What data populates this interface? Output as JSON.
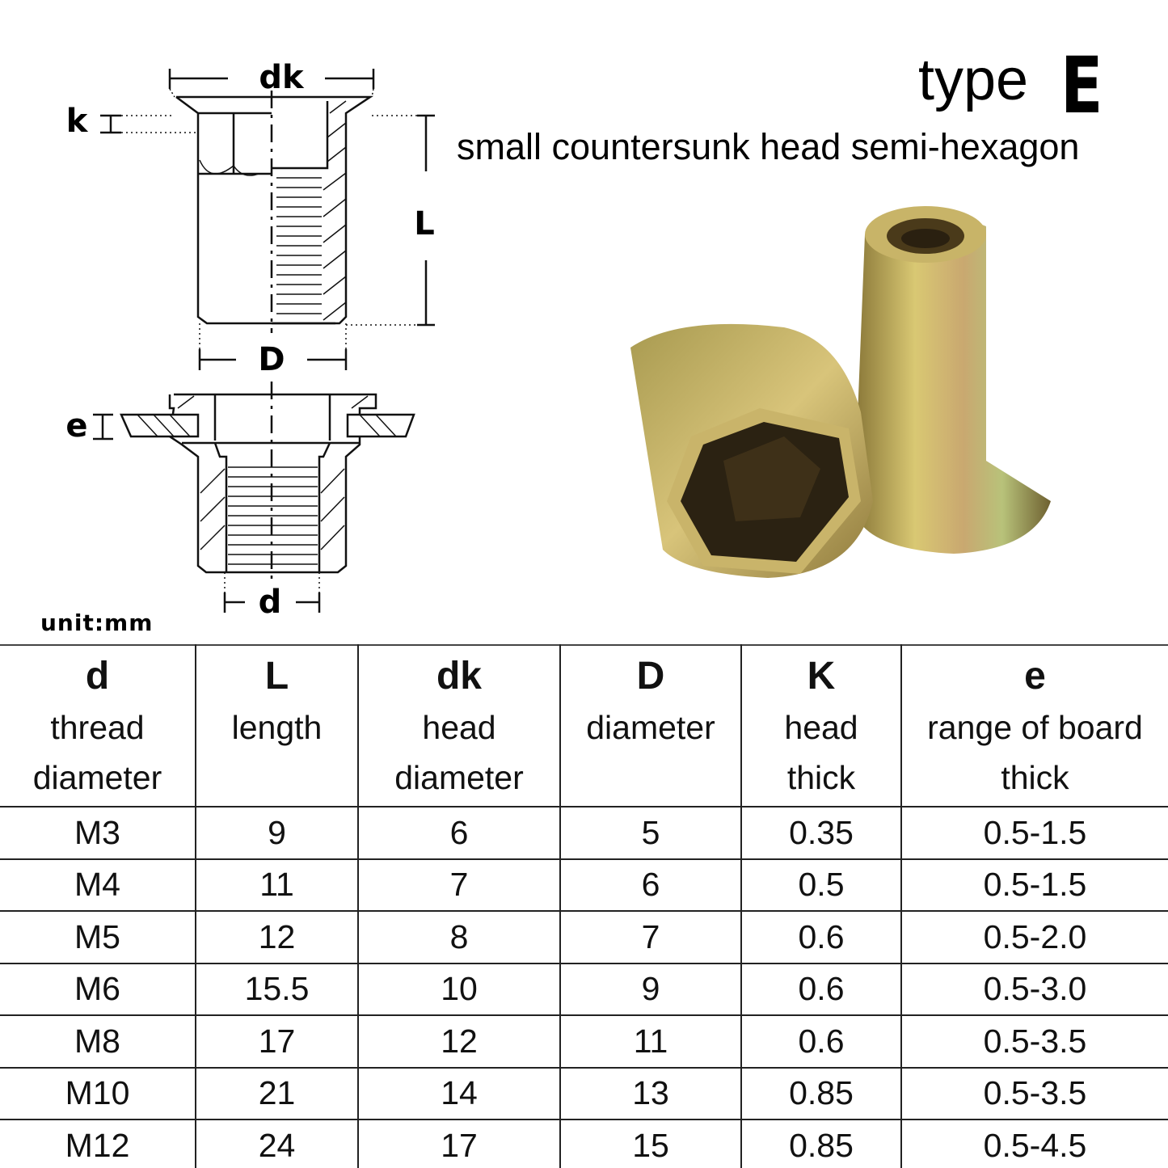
{
  "title": {
    "type_word": "type",
    "type_letter": "E",
    "subtitle": "small countersunk head semi-hexagon"
  },
  "diagram": {
    "labels": {
      "dk": "dk",
      "k": "k",
      "L": "L",
      "D": "D",
      "e": "e",
      "d": "d"
    },
    "unit": "unit:mm"
  },
  "table": {
    "headers": [
      {
        "symbol": "d",
        "desc1": "thread",
        "desc2": "diameter"
      },
      {
        "symbol": "L",
        "desc1": "length",
        "desc2": ""
      },
      {
        "symbol": "dk",
        "desc1": "head",
        "desc2": "diameter"
      },
      {
        "symbol": "D",
        "desc1": "diameter",
        "desc2": ""
      },
      {
        "symbol": "K",
        "desc1": "head",
        "desc2": "thick"
      },
      {
        "symbol": "e",
        "desc1": "range of board",
        "desc2": "thick"
      }
    ],
    "rows": [
      [
        "M3",
        "9",
        "6",
        "5",
        "0.35",
        "0.5-1.5"
      ],
      [
        "M4",
        "11",
        "7",
        "6",
        "0.5",
        "0.5-1.5"
      ],
      [
        "M5",
        "12",
        "8",
        "7",
        "0.6",
        "0.5-2.0"
      ],
      [
        "M6",
        "15.5",
        "10",
        "9",
        "0.6",
        "0.5-3.0"
      ],
      [
        "M8",
        "17",
        "12",
        "11",
        "0.6",
        "0.5-3.5"
      ],
      [
        "M10",
        "21",
        "14",
        "13",
        "0.85",
        "0.5-3.5"
      ],
      [
        "M12",
        "24",
        "17",
        "15",
        "0.85",
        "0.5-4.5"
      ]
    ]
  }
}
